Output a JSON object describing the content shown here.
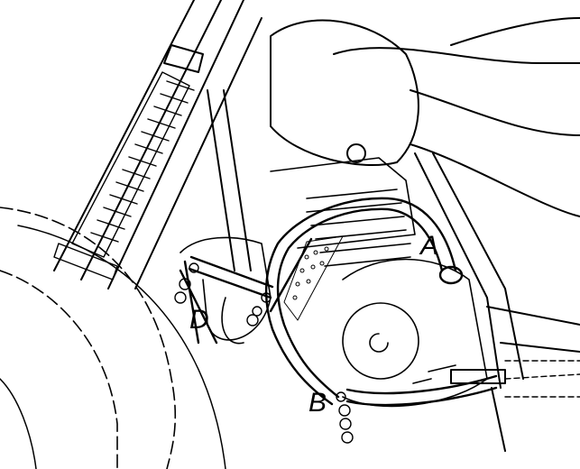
{
  "diagram": {
    "labels": {
      "a": "A",
      "b": "B",
      "d": "D"
    },
    "colors": {
      "line": "#000000",
      "background": "#ffffff"
    }
  }
}
